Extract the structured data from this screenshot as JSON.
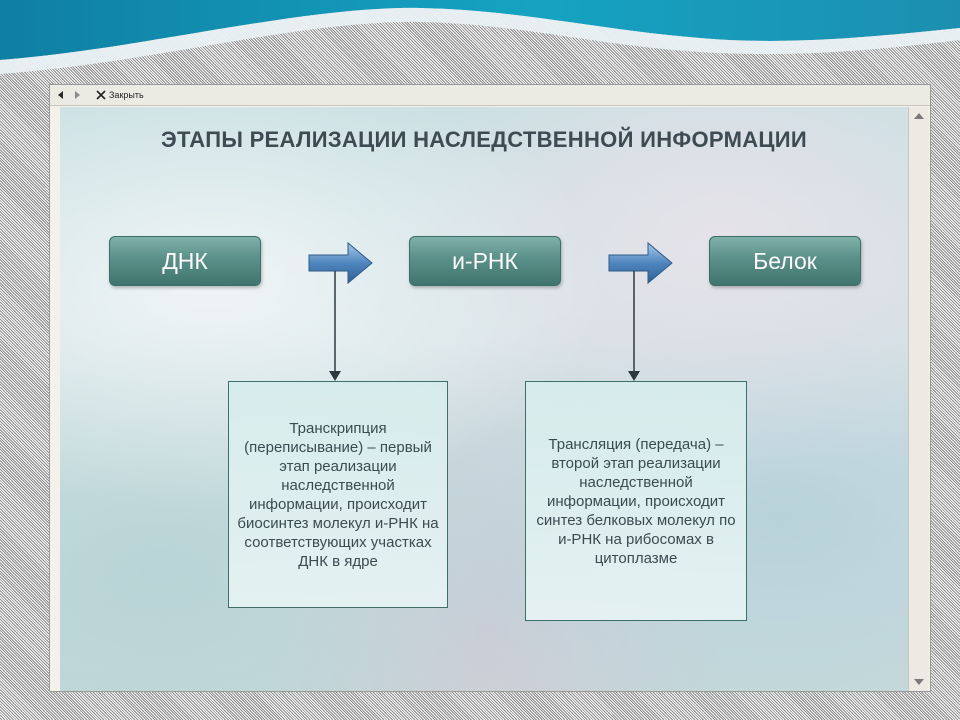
{
  "toolbar": {
    "back_icon": "arrow-left-icon",
    "forward_icon": "arrow-right-icon",
    "close_icon": "close-x-icon",
    "close_label": "Закрыть"
  },
  "slide": {
    "title": "ЭТАПЫ РЕАЛИЗАЦИИ НАСЛЕДСТВЕННОЙ ИНФОРМАЦИИ",
    "stages": [
      "ДНК",
      "и-РНК",
      "Белок"
    ],
    "descriptions": {
      "transcription": "Транскрипция (переписывание) – первый этап реализации наследственной информации, происходит биосинтез молекул и-РНК на соответствующих участках ДНК в ядре",
      "translation": "Трансляция (передача) – второй этап реализации наследственной информации, происходит синтез белковых молекул по и-РНК на рибосомах в цитоплазме"
    }
  },
  "colors": {
    "stage_fill": "#5a9089",
    "arrow_fill": "#3b6fa8",
    "title_text": "#3e4b52"
  }
}
